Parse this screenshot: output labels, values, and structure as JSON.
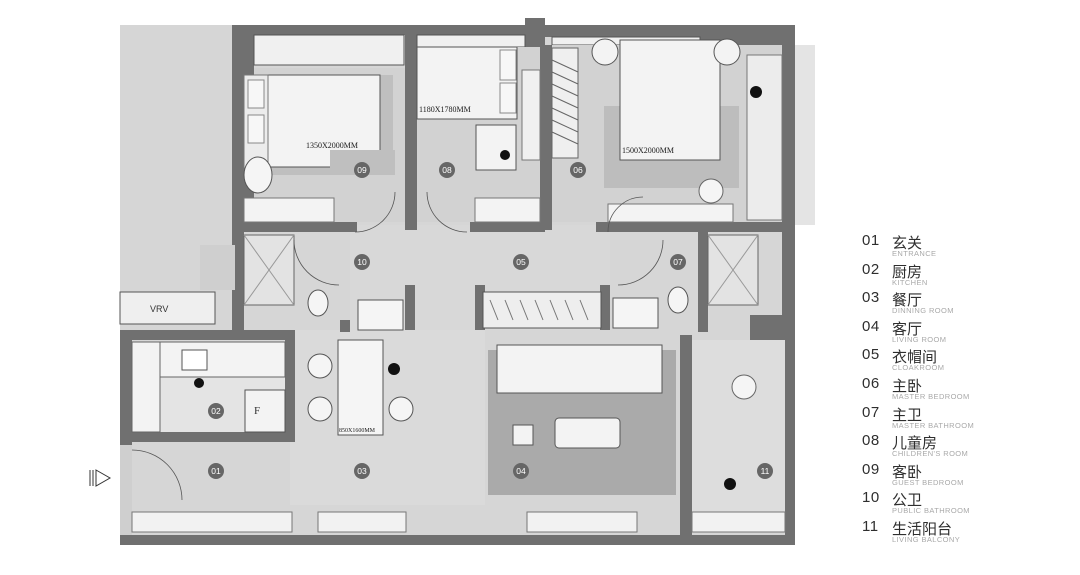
{
  "plan": {
    "room_tags": [
      "01",
      "02",
      "03",
      "04",
      "05",
      "06",
      "07",
      "08",
      "09",
      "10",
      "11"
    ],
    "fixture_labels": {
      "vrv": "VRV",
      "fridge": "F",
      "bed_guest": "1350X2000MM",
      "bed_child": "1180X1780MM",
      "bed_master": "1500X2000MM",
      "dining_table": "850X1600MM"
    }
  },
  "legend": [
    {
      "num": "01",
      "zh": "玄关",
      "en": "ENTRANCE"
    },
    {
      "num": "02",
      "zh": "厨房",
      "en": "KITCHEN"
    },
    {
      "num": "03",
      "zh": "餐厅",
      "en": "DINNING ROOM"
    },
    {
      "num": "04",
      "zh": "客厅",
      "en": "LIVING ROOM"
    },
    {
      "num": "05",
      "zh": "衣帽间",
      "en": "CLOAKROOM"
    },
    {
      "num": "06",
      "zh": "主卧",
      "en": "MASTER BEDROOM"
    },
    {
      "num": "07",
      "zh": "主卫",
      "en": "MASTER BATHROOM"
    },
    {
      "num": "08",
      "zh": "儿童房",
      "en": "CHILDREN'S ROOM"
    },
    {
      "num": "09",
      "zh": "客卧",
      "en": "GUEST BEDROOM"
    },
    {
      "num": "10",
      "zh": "公卫",
      "en": "PUBLIC BATHROOM"
    },
    {
      "num": "11",
      "zh": "生活阳台",
      "en": "LIVING BALCONY"
    }
  ],
  "colors": {
    "wall": "#707070",
    "floor": "#d4d4d4",
    "floor_light": "#e2e2e2",
    "rug": "#a8a8a8",
    "furniture": "#f4f4f4",
    "tag": "#666666"
  }
}
